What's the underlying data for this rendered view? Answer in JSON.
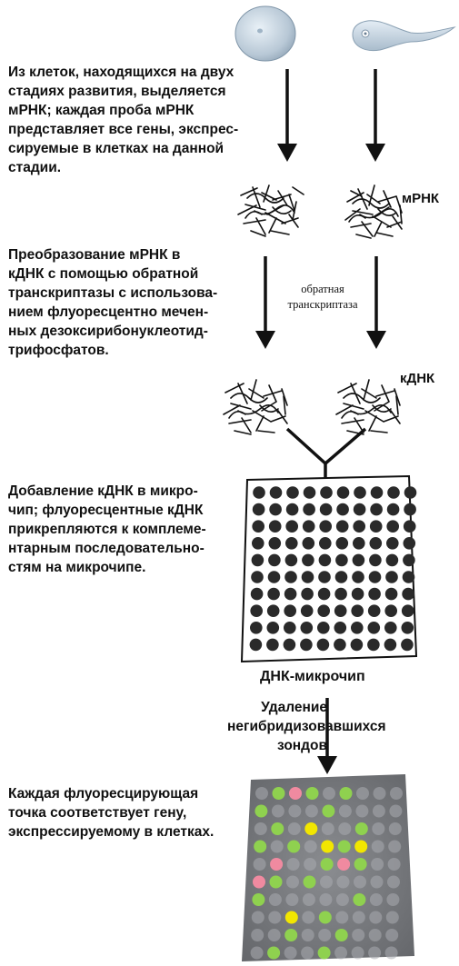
{
  "steps": {
    "step1": "Из клеток, находящихся на двух\nстадиях развития, выделяется\nмРНК; каждая проба мРНК\nпредставляет все гены, экспрес-\nсируемые в клетках на данной\nстадии.",
    "step2": "Преобразование мРНК в\nкДНК с помощью обратной\nтранскриптазы с использова-\nнием флуоресцентно мечен-\nных дезоксирибонуклеотид-\nтрифосфатов.",
    "step3": "Добавление кДНК в микро-\nчип; флуоресцентные кДНК\nприкрепляются к комплеме-\nнтарным последовательно-\nстям на микрочипе.",
    "step4": "Удаление\nнегибридизовавшихся\nзондов",
    "step5": "Каждая флуоресцирующая\nточка соответствует гену,\nэкспрессируемому в клетках."
  },
  "labels": {
    "mrna": "мРНК",
    "cdna": "кДНК",
    "enzyme": "обратная\nтранскриптаза",
    "chip": "ДНК-микрочип"
  },
  "colors": {
    "arrow": "#111111",
    "spot_dark": "#2a2a2a",
    "spot_green": "#8fd14f",
    "spot_yellow": "#f2e600",
    "spot_pink": "#f08aa0",
    "spot_grey": "#a9abb0",
    "panel_bg": "#6e7074"
  }
}
